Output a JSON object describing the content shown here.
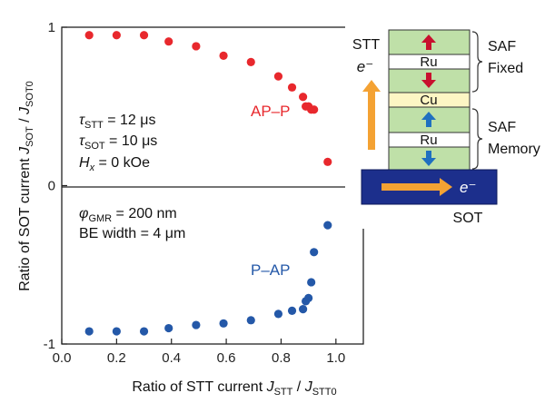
{
  "chart_data": {
    "type": "scatter",
    "xlabel": "Ratio of STT current J_STT / J_STT0",
    "ylabel": "Ratio of SOT current J_SOT / J_SOT0",
    "xlim": [
      0,
      1.1
    ],
    "ylim": [
      -1,
      1
    ],
    "x_ticks": [
      "0.0",
      "0.2",
      "0.4",
      "0.6",
      "0.8",
      "1.0"
    ],
    "y_ticks": [
      "1",
      "0",
      "-1"
    ],
    "grid": false,
    "series": [
      {
        "name": "AP–P",
        "color": "#e8282d",
        "points": [
          [
            0.1,
            0.95
          ],
          [
            0.2,
            0.95
          ],
          [
            0.3,
            0.95
          ],
          [
            0.39,
            0.91
          ],
          [
            0.49,
            0.88
          ],
          [
            0.59,
            0.82
          ],
          [
            0.69,
            0.78
          ],
          [
            0.79,
            0.69
          ],
          [
            0.84,
            0.62
          ],
          [
            0.88,
            0.56
          ],
          [
            0.89,
            0.5
          ],
          [
            0.9,
            0.5
          ],
          [
            0.91,
            0.48
          ],
          [
            0.92,
            0.48
          ],
          [
            0.97,
            0.15
          ]
        ]
      },
      {
        "name": "P–AP",
        "color": "#2458a8",
        "points": [
          [
            0.1,
            -0.92
          ],
          [
            0.2,
            -0.92
          ],
          [
            0.3,
            -0.92
          ],
          [
            0.39,
            -0.9
          ],
          [
            0.49,
            -0.88
          ],
          [
            0.59,
            -0.87
          ],
          [
            0.69,
            -0.85
          ],
          [
            0.79,
            -0.81
          ],
          [
            0.84,
            -0.79
          ],
          [
            0.88,
            -0.78
          ],
          [
            0.89,
            -0.73
          ],
          [
            0.9,
            -0.71
          ],
          [
            0.91,
            -0.61
          ],
          [
            0.92,
            -0.42
          ],
          [
            0.97,
            -0.25
          ]
        ]
      }
    ],
    "annotations": {
      "tau_stt": "τSTT = 12 μs",
      "tau_sot": "τSOT = 10 μs",
      "hx": "Hx = 0 kOe",
      "phi": "φGMR = 200 nm",
      "be": "BE width = 4 μm"
    }
  },
  "text": {
    "ylabel_main": "Ratio of SOT current ",
    "ylabel_j1": "J",
    "ylabel_s1": "SOT",
    "ylabel_sep": " / ",
    "ylabel_j2": "J",
    "ylabel_s2": "SOT0",
    "xlabel_main": "Ratio of STT current ",
    "xlabel_j1": "J",
    "xlabel_s1": "STT",
    "xlabel_sep": " / ",
    "xlabel_j2": "J",
    "xlabel_s2": "STT0",
    "tau": "τ",
    "stt_sub": "STT",
    "sot_sub": "SOT",
    "tau_stt_val": " = 12 μs",
    "tau_sot_val": " = 10 μs",
    "hx_h": "H",
    "hx_x": "x",
    "hx_val": " = 0 kOe",
    "phi": "φ",
    "phi_sub": "GMR",
    "phi_val": " = 200 nm",
    "be": "BE width = 4 μm",
    "ap_p": "AP–P",
    "p_ap": "P–AP"
  },
  "diagram": {
    "stt_label": "STT",
    "electron_stt": "e⁻",
    "electron_sot": "e⁻",
    "sot_label": "SOT",
    "layers": [
      "",
      "Ru",
      "",
      "Cu",
      "",
      "Ru",
      ""
    ],
    "saf_fixed": [
      "SAF",
      "Fixed"
    ],
    "saf_memory": [
      "SAF",
      "Memory"
    ],
    "colors": {
      "magnetic": "#bfe0a8",
      "ru": "#ffffff",
      "cu": "#fdf6c4",
      "sot_base": "#1c2f8c",
      "arrow_red": "#c8102e",
      "arrow_blue": "#1f6fc0",
      "current_arrow": "#f4a233"
    }
  }
}
